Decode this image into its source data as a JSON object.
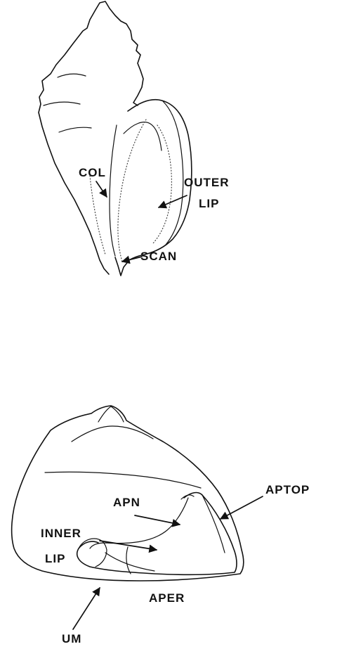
{
  "top_figure": {
    "labels": {
      "col": "COL",
      "outer_lip_line1": "OUTER",
      "outer_lip_line2": "LIP",
      "scan": "SCAN"
    }
  },
  "bottom_figure": {
    "labels": {
      "apn": "APN",
      "inner_lip_line1": "INNER",
      "inner_lip_line2": "LIP",
      "aptop": "APTOP",
      "aper": "APER",
      "um": "UM"
    }
  },
  "colors": {
    "ink": "#111111",
    "background": "#ffffff"
  }
}
